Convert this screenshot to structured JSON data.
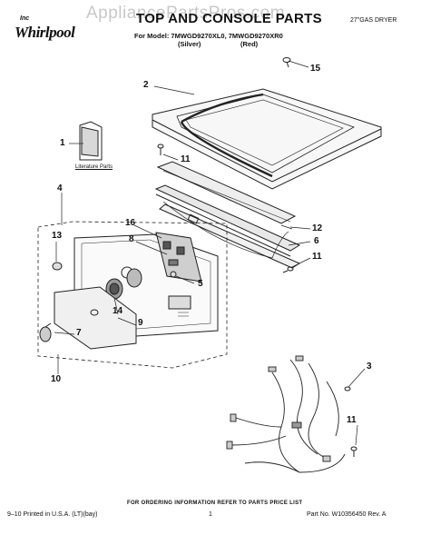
{
  "watermark": "AppliancePartsPros.com",
  "brand": {
    "logo_text": "Whirlpool",
    "logo_sup": "Inc"
  },
  "header": {
    "title": "TOP AND CONSOLE PARTS",
    "subtitle": "27\"GAS DRYER",
    "model_line": "For Model: 7MWGD9270XL0, 7MWGD9270XR0",
    "color_1": "(Silver)",
    "color_2": "(Red)"
  },
  "callouts": [
    "15",
    "2",
    "1",
    "11",
    "4",
    "12",
    "16",
    "13",
    "8",
    "6",
    "11",
    "5",
    "14",
    "9",
    "7",
    "10",
    "3",
    "11"
  ],
  "literature_label": "Literature Parts",
  "footer": {
    "ordering": "FOR ORDERING INFORMATION REFER TO PARTS PRICE LIST",
    "left": "9–10 Printed in U.S.A. (LT)(bay)",
    "page": "1",
    "right": "Part No. W10356450 Rev. A"
  }
}
